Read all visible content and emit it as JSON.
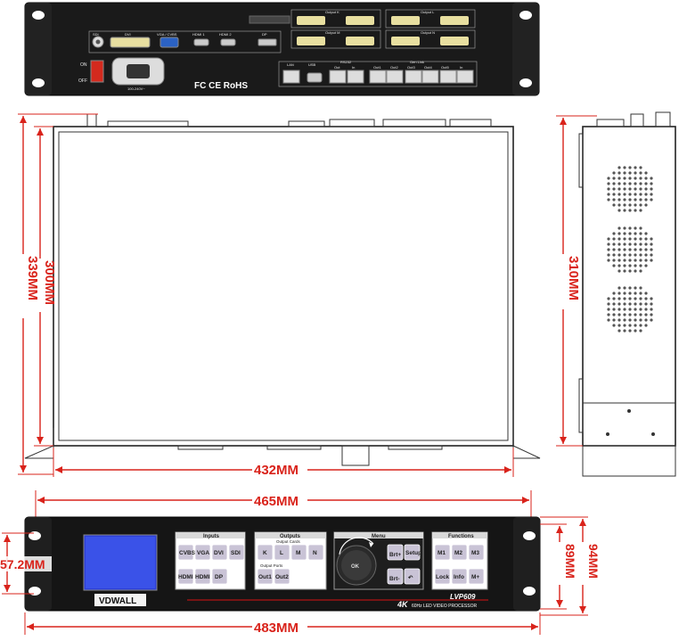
{
  "dimensions": {
    "top_width": "432MM",
    "top_depth_inner": "300MM",
    "top_depth_outer": "339MM",
    "side_depth": "310MM",
    "front_width_inner": "465MM",
    "front_width_outer": "483MM",
    "front_height_inner": "89MM",
    "front_height_outer": "94MM",
    "front_rack_spacing": "57.2MM"
  },
  "rear": {
    "label_on": "ON",
    "label_off": "OFF",
    "power_spec": "100-240V~",
    "cert_marks": "FC CE RoHS",
    "inputs": {
      "sdi": "SDI",
      "dvi": "DVI",
      "vga_cvbs": "VGA / CVBS",
      "hdmi1": "HDMI 1",
      "hdmi2": "HDMI 2",
      "dp": "DP"
    },
    "outputs": {
      "k": "Output K",
      "l": "Output L",
      "m": "Output M",
      "n": "Output N"
    },
    "ports": {
      "lan": "LAN",
      "usb": "USB",
      "rs232": "RS232",
      "rs232_out": "Out",
      "rs232_in": "In",
      "gen_link": "Gen Link",
      "out1": "Out1",
      "out2": "Out2",
      "out3": "Out3",
      "out4": "Out4",
      "out5": "Out5",
      "in": "In"
    }
  },
  "front": {
    "brand": "VDWALL",
    "model": "LVP609",
    "badge": "4K",
    "subtitle": "60Hz LED VIDEO PROCESSOR",
    "groups": {
      "inputs": {
        "title": "Inputs",
        "buttons": [
          "CVBS",
          "VGA",
          "DVI",
          "SDI",
          "HDMI 1",
          "HDMI 2",
          "DP"
        ]
      },
      "outputs": {
        "title": "Outputs",
        "cards_title": "Output Cards",
        "cards": [
          "K",
          "L",
          "M",
          "N"
        ],
        "ports_title": "Output Ports",
        "ports": [
          "Out1",
          "Out2"
        ]
      },
      "menu": {
        "title": "Menu",
        "knob": "OK",
        "buttons": [
          "Brt+",
          "Setup",
          "Brt-",
          "↶"
        ]
      },
      "functions": {
        "title": "Functions",
        "buttons": [
          "M1",
          "M2",
          "M3",
          "Lock",
          "Info",
          "M+"
        ]
      }
    }
  }
}
